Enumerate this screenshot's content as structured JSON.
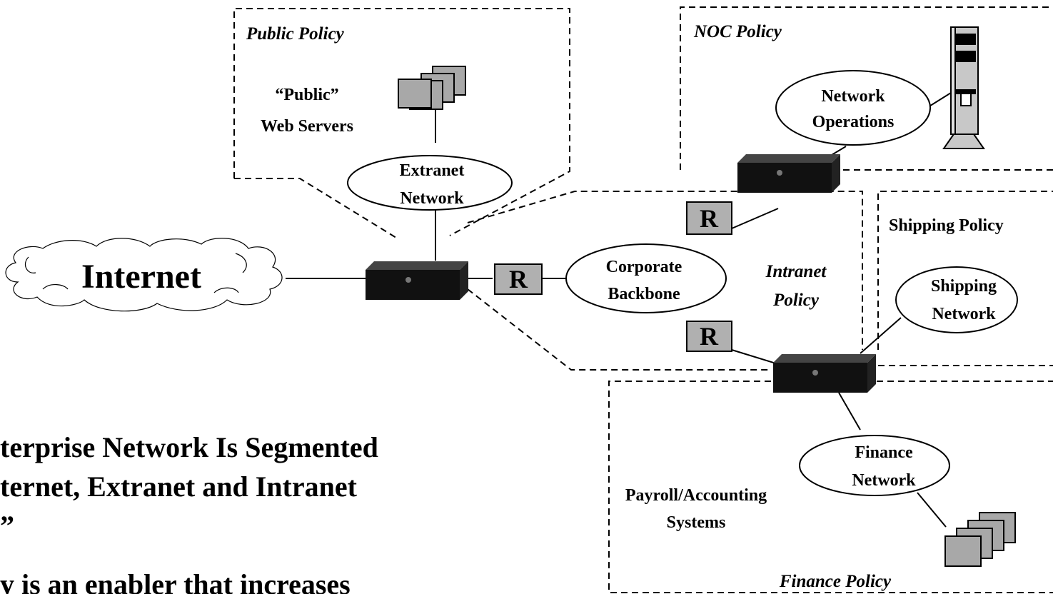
{
  "policies": {
    "public": "Public Policy",
    "noc": "NOC Policy",
    "shipping": "Shipping Policy",
    "intranet_1": "Intranet",
    "intranet_2": "Policy",
    "finance": "Finance Policy"
  },
  "nodes": {
    "internet": "Internet",
    "public_web_1": "“Public”",
    "public_web_2": "Web Servers",
    "extranet_1": "Extranet",
    "extranet_2": "Network",
    "netops_1": "Network",
    "netops_2": "Operations",
    "backbone_1": "Corporate",
    "backbone_2": "Backbone",
    "shipping_1": "Shipping",
    "shipping_2": "Network",
    "finance_1": "Finance",
    "finance_2": "Network",
    "payroll_1": "Payroll/Accounting",
    "payroll_2": "Systems"
  },
  "router_label": "R",
  "bottom_text": {
    "line1": "terprise Network Is Segmented",
    "line2": "ternet, Extranet and Intranet",
    "line3": "”",
    "line4": "y is an enabler that increases"
  },
  "colors": {
    "server_fill": "#a8a8a8",
    "router_box_fill": "#b0b0b0",
    "switch_fill": "#111111"
  },
  "icons": [
    "cloud-icon",
    "server-stack-icon",
    "tower-server-icon",
    "network-switch-icon"
  ]
}
